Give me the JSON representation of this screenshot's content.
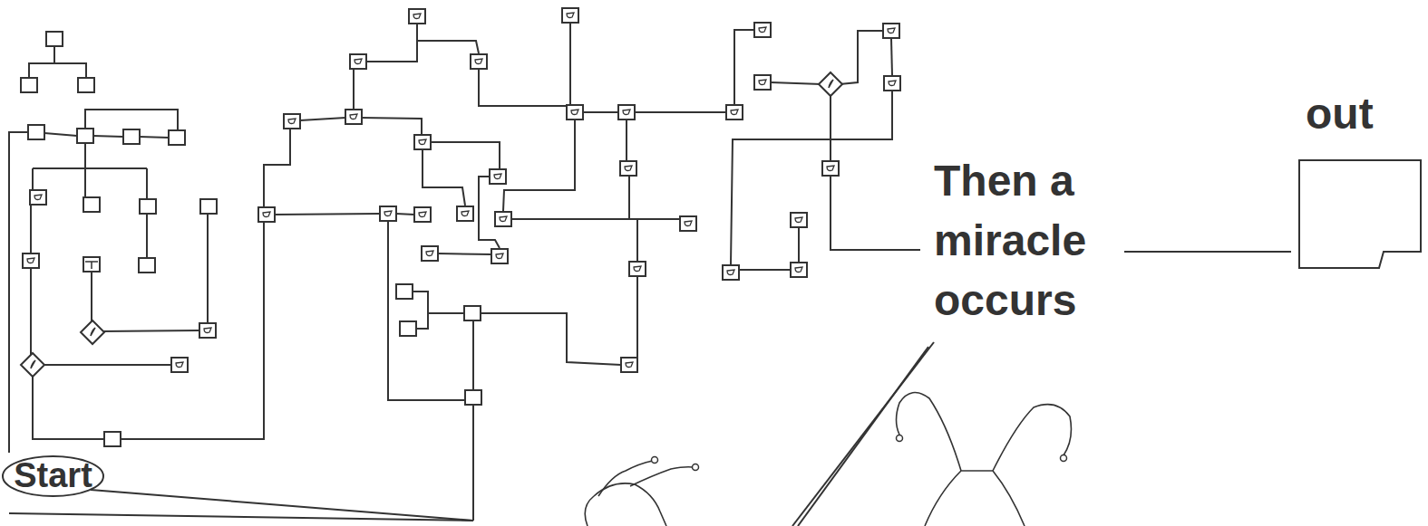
{
  "diagram": {
    "nodes": [
      {
        "text": [
          "Start"
        ]
      },
      {
        "text": [
          "out"
        ]
      }
    ],
    "labels": [
      "Then a miracle occurs"
    ]
  }
}
